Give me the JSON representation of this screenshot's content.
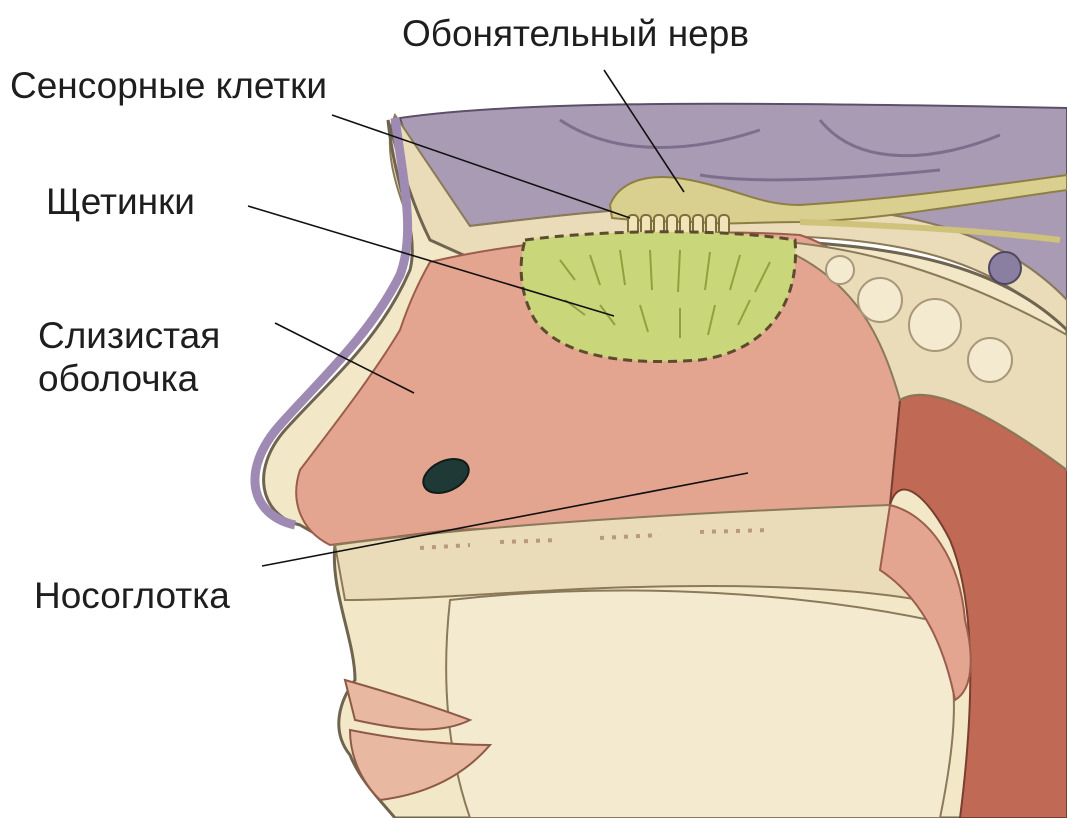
{
  "diagram": {
    "labels": {
      "olfactory_nerve": "Обонятельный нерв",
      "sensory_cells": "Сенсорные клетки",
      "bristles": "Щетинки",
      "mucosa_line1": "Слизистая",
      "mucosa_line2": "оболочка",
      "nasopharynx": "Носоглотка"
    },
    "colors": {
      "skin": "#f2e7c7",
      "bone": "#e8d9b3",
      "mucosa": "#e3a58f",
      "pharynx": "#c06a55",
      "brain": "#a99bb3",
      "olfactory_epithelium": "#c9d67a",
      "nerve": "#d9cf8e"
    }
  }
}
